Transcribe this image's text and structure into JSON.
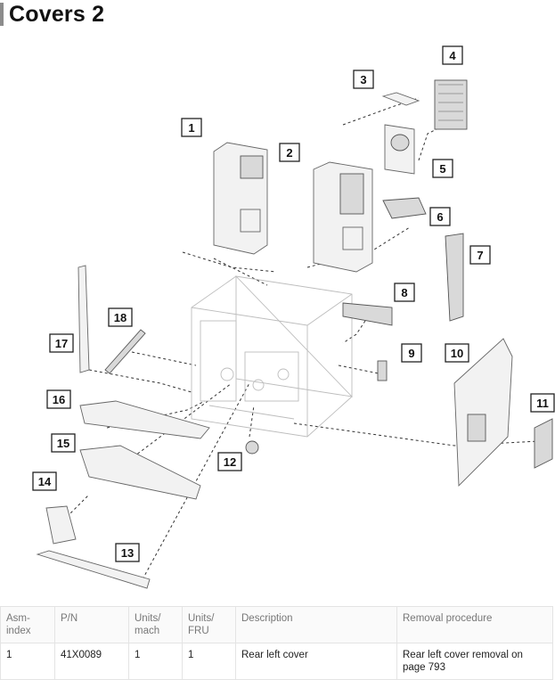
{
  "page": {
    "title": "Covers 2"
  },
  "callouts": [
    "1",
    "2",
    "3",
    "4",
    "5",
    "6",
    "7",
    "8",
    "9",
    "10",
    "11",
    "12",
    "13",
    "14",
    "15",
    "16",
    "17",
    "18"
  ],
  "table": {
    "headers": [
      "Asm-\nindex",
      "P/N",
      "Units/\nmach",
      "Units/\nFRU",
      "Description",
      "Removal procedure"
    ],
    "rows": [
      [
        "1",
        "41X0089",
        "1",
        "1",
        "Rear left cover",
        "Rear left cover removal on page 793"
      ]
    ]
  }
}
